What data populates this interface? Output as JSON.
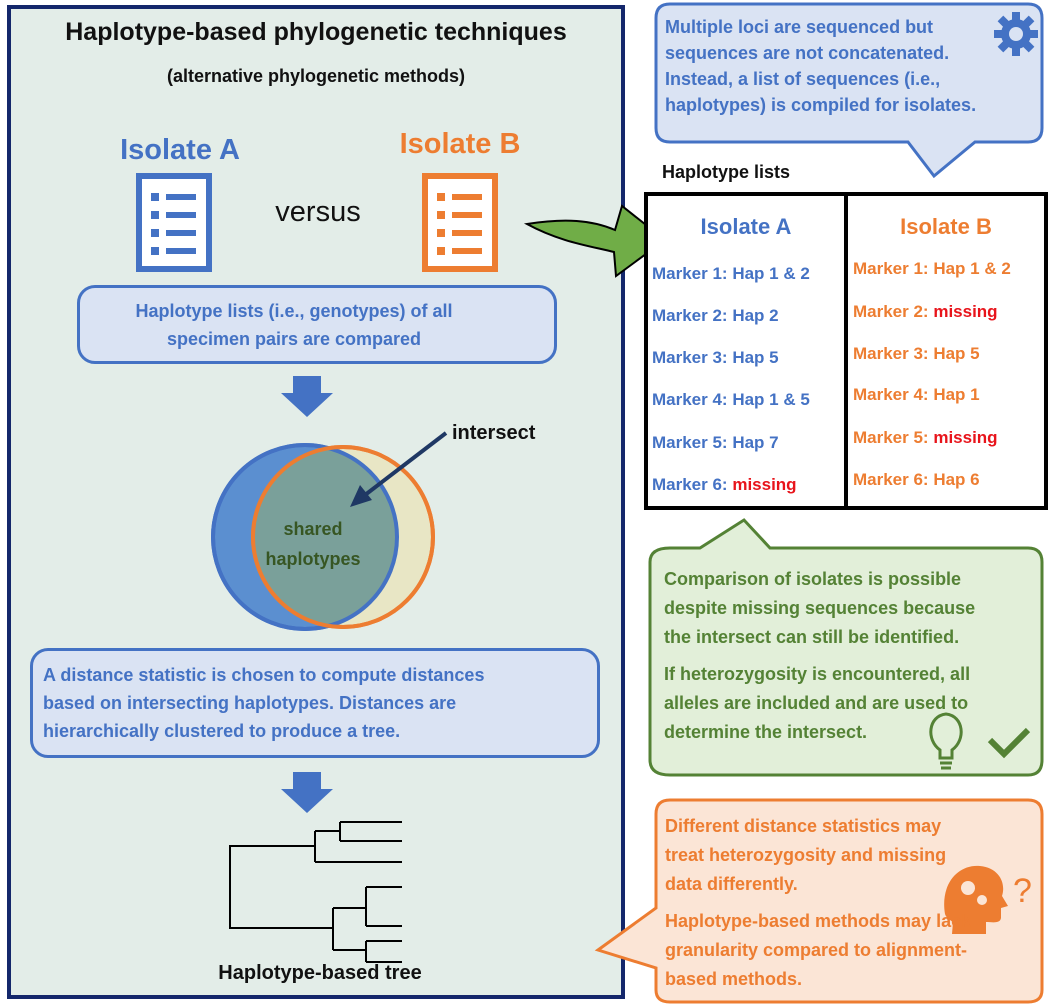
{
  "left": {
    "title": "Haplotype-based phylogenetic techniques",
    "subtitle": "(alternative phylogenetic methods)",
    "isolate_a": "Isolate A",
    "isolate_b": "Isolate B",
    "versus": "versus",
    "compare_line1": "Haplotype lists (i.e., genotypes) of all",
    "compare_line2": "specimen pairs are compared",
    "intersect_label": "intersect",
    "venn_line1": "shared",
    "venn_line2": "haplotypes",
    "distance_line1": "A distance statistic is chosen to compute distances",
    "distance_line2": "based on intersecting haplotypes. Distances are",
    "distance_line3": "hierarchically clustered to produce a tree.",
    "tree_label": "Haplotype-based tree"
  },
  "right": {
    "top_bubble": {
      "line1": "Multiple loci are sequenced but",
      "line2": "sequences are not concatenated.",
      "line3": "Instead, a list of sequences (i.e.,",
      "line4": "haplotypes) is compiled for isolates."
    },
    "table_title": "Haplotype lists",
    "col_a_head": "Isolate A",
    "col_b_head": "Isolate B",
    "rows_a": [
      {
        "label": "Marker 1: ",
        "value": "Hap 1 & 2"
      },
      {
        "label": "Marker 2: ",
        "value": "Hap 2"
      },
      {
        "label": "Marker 3: ",
        "value": "Hap 5"
      },
      {
        "label": "Marker 4: ",
        "value": "Hap 1 & 5"
      },
      {
        "label": "Marker 5: ",
        "value": "Hap 7"
      },
      {
        "label": "Marker 6: ",
        "value": "missing"
      }
    ],
    "rows_b": [
      {
        "label": "Marker 1: ",
        "value": "Hap 1 & 2"
      },
      {
        "label": "Marker 2: ",
        "value": "missing"
      },
      {
        "label": "Marker 3: ",
        "value": "Hap 5"
      },
      {
        "label": "Marker 4: ",
        "value": "Hap 1"
      },
      {
        "label": "Marker 5: ",
        "value": "missing"
      },
      {
        "label": "Marker 6: ",
        "value": "Hap 6"
      }
    ],
    "green_bubble": {
      "line1": "Comparison of isolates is possible",
      "line2": "despite missing sequences because",
      "line3": "the intersect can still be identified.",
      "line4": "If heterozygosity is encountered, all",
      "line5": "alleles are included and are used to",
      "line6": "determine the intersect."
    },
    "orange_bubble": {
      "line1": "Different distance statistics may",
      "line2": "treat heterozygosity and missing",
      "line3": "data differently.",
      "line4": "Haplotype-based methods may lack",
      "line5": "granularity compared to alignment-",
      "line6": "based methods."
    }
  },
  "colors": {
    "blue": "#4472c4",
    "orange": "#ed7d31",
    "green": "#548235",
    "missing_red": "#e8141b",
    "navy_border": "#14276b"
  },
  "icons": [
    "gear-icon",
    "list-document-icon",
    "down-arrow-icon",
    "right-arrow-icon",
    "lightbulb-icon",
    "checkmark-icon",
    "head-gears-icon",
    "question-mark-icon"
  ]
}
